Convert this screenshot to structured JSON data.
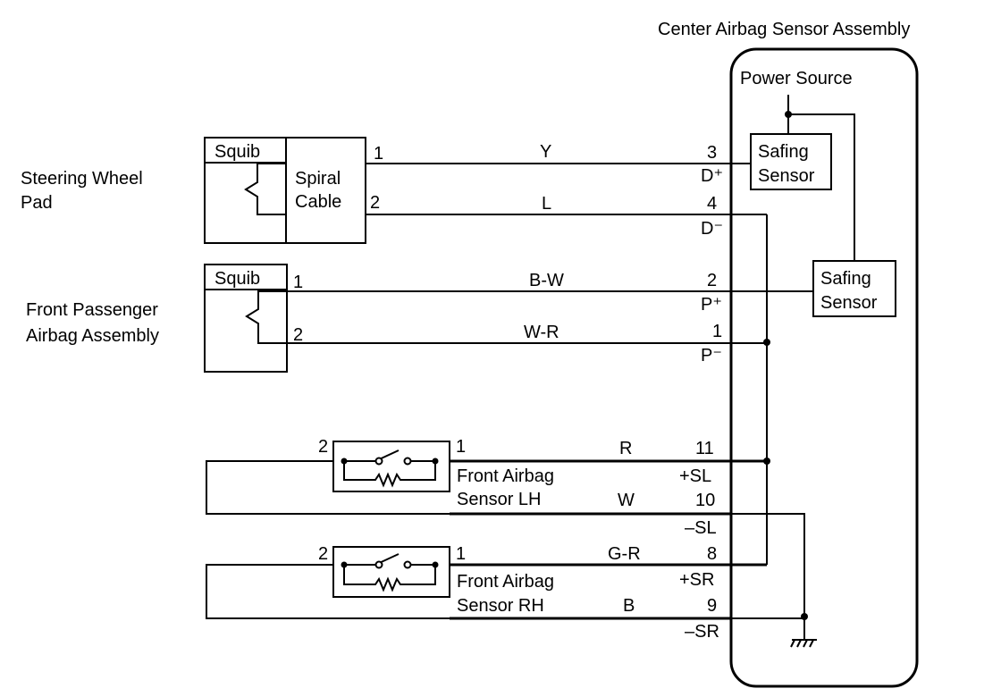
{
  "title": "Center Airbag Sensor Assembly",
  "center": {
    "power_source": "Power Source",
    "safing_upper": [
      "Safing",
      "Sensor"
    ],
    "safing_right": [
      "Safing",
      "Sensor"
    ]
  },
  "steering": {
    "label": [
      "Steering Wheel",
      "Pad"
    ],
    "squib": "Squib",
    "spiral": [
      "Spiral",
      "Cable"
    ],
    "pin_a": "1",
    "pin_b": "2"
  },
  "passenger": {
    "label": [
      "Front Passenger",
      "Airbag Assembly"
    ],
    "squib": "Squib",
    "pin_a": "1",
    "pin_b": "2"
  },
  "sensor_lh": {
    "label": [
      "Front Airbag",
      "Sensor LH"
    ],
    "pin_left": "2",
    "pin_right": "1"
  },
  "sensor_rh": {
    "label": [
      "Front Airbag",
      "Sensor RH"
    ],
    "pin_left": "2",
    "pin_right": "1"
  },
  "wires": {
    "y": "Y",
    "l": "L",
    "bw": "B-W",
    "wr": "W-R",
    "r": "R",
    "w": "W",
    "gr": "G-R",
    "b": "B"
  },
  "terminals": {
    "t3": "3",
    "d_plus": "D⁺",
    "t4": "4",
    "d_minus": "D⁻",
    "t2": "2",
    "p_plus": "P⁺",
    "t1": "1",
    "p_minus": "P⁻",
    "t11": "11",
    "plus_sl": "+SL",
    "t10": "10",
    "minus_sl": "–SL",
    "t8": "8",
    "plus_sr": "+SR",
    "t9": "9",
    "minus_sr": "–SR"
  }
}
